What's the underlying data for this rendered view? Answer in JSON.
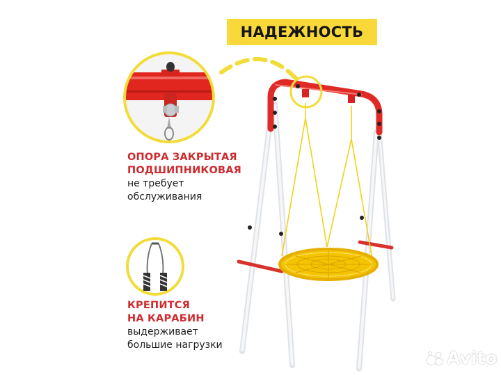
{
  "header": {
    "title": "НАДЕЖНОСТЬ"
  },
  "features": [
    {
      "title_lines": [
        "ОПОРА ЗАКРЫТАЯ",
        "ПОДШИПНИКОВАЯ"
      ],
      "desc_lines": [
        "не требует",
        "обслуживания"
      ],
      "icon": "bearing-closeup-icon"
    },
    {
      "title_lines": [
        "КРЕПИТСЯ",
        "НА КАРАБИН"
      ],
      "desc_lines": [
        "выдерживает",
        "большие нагрузки"
      ],
      "icon": "carabiner-closeup-icon"
    }
  ],
  "watermark": {
    "text": "Avito"
  },
  "colors": {
    "accent_yellow": "#f9d93a",
    "title_red": "#cc2b2f",
    "frame_red": "#e02a26",
    "leg_white": "#eef0f2",
    "seat_yellow": "#f5c400"
  }
}
